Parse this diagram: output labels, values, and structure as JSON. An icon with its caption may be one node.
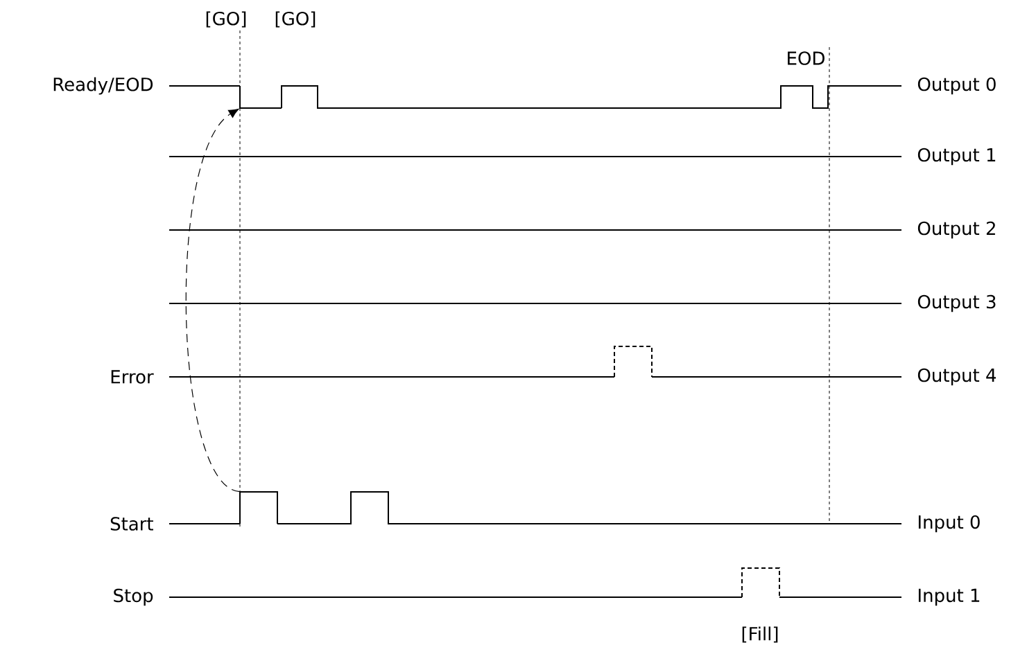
{
  "diagram": {
    "nodes": [
      {
        "text": [],
        "shape": "bar"
      },
      {
        "text": [],
        "shape": "bar"
      }
    ],
    "edges": [
      {
        "from": 1,
        "to": 0,
        "arrow": "to",
        "style": "dashed"
      }
    ],
    "labels": [
      "[GO]",
      "[GO]",
      "EOD",
      "Ready/EOD",
      "Output 0",
      "Output 1",
      "Output 2",
      "Output 3",
      "Error",
      "Output 4",
      "Start",
      "Input 0",
      "Stop",
      "Input 1",
      "[Fill]"
    ]
  }
}
